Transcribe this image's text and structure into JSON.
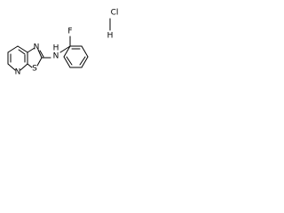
{
  "molecule": {
    "atoms": {
      "pyridine_n": "N",
      "thiazole_n": "N",
      "thiazole_s": "S",
      "amine_n": "N",
      "amine_h": "H",
      "fluorine": "F",
      "chlorine": "Cl",
      "chlorine_h": "H"
    }
  },
  "colors": {
    "bond": "#000000",
    "label": "#000000",
    "background": "#ffffff"
  }
}
